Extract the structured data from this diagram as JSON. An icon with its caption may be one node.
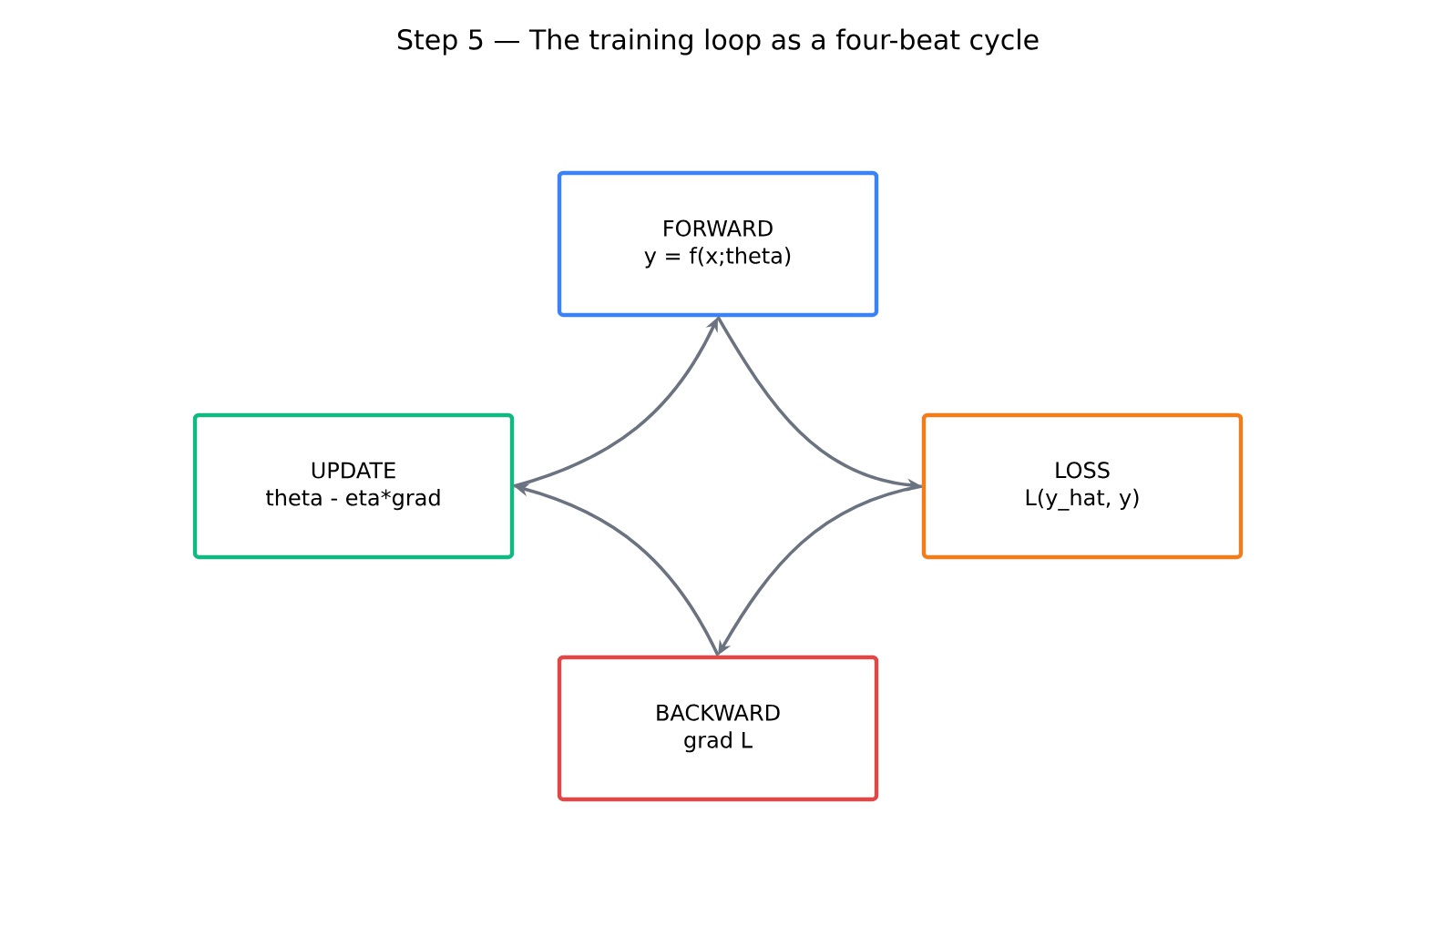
{
  "diagram": {
    "title": "Step 5 — The training loop as a four-beat cycle",
    "nodes": [
      {
        "text": [
          "FORWARD",
          "y = f(x;theta)"
        ]
      },
      {
        "text": [
          "LOSS",
          "L(y_hat, y)"
        ]
      },
      {
        "text": [
          "BACKWARD",
          "grad L"
        ]
      },
      {
        "text": [
          "UPDATE",
          "theta - eta*grad"
        ]
      }
    ],
    "edges": [
      {
        "from": 0,
        "to": 1,
        "arrow": "to"
      },
      {
        "from": 1,
        "to": 2,
        "arrow": "to"
      },
      {
        "from": 2,
        "to": 3,
        "arrow": "to"
      },
      {
        "from": 3,
        "to": 0,
        "arrow": "to"
      }
    ]
  }
}
